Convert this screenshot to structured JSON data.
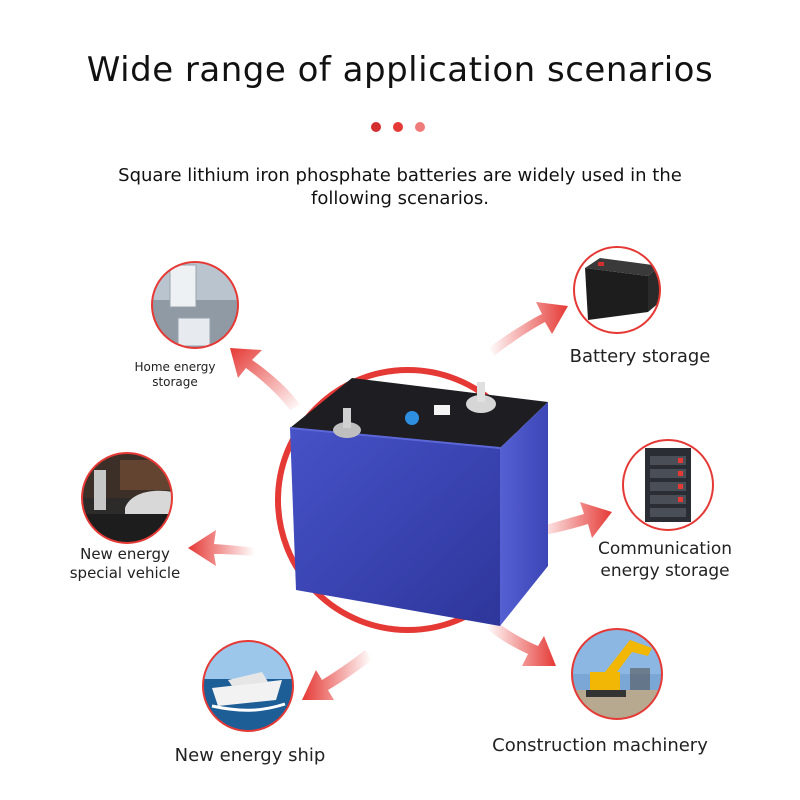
{
  "header": {
    "title": "Wide range of application scenarios",
    "subtitle_line1": "Square lithium iron phosphate batteries are widely used in the",
    "subtitle_line2": "following scenarios."
  },
  "colors": {
    "accent": "#e53935",
    "dot1": "#d32f2f",
    "dot2": "#e53935",
    "dot3": "#ef6f6f",
    "battery_blue": "#3b46b5"
  },
  "scenarios": [
    {
      "label": "Home energy",
      "label2": "storage",
      "icon": "home-energy-storage-image"
    },
    {
      "label": "Battery storage",
      "icon": "battery-storage-image"
    },
    {
      "label": "New energy",
      "label2": "special vehicle",
      "icon": "ev-charging-image"
    },
    {
      "label": "Communication",
      "label2": "energy storage",
      "icon": "communication-cabinet-image"
    },
    {
      "label": "New energy ship",
      "icon": "yacht-image"
    },
    {
      "label": "Construction machinery",
      "icon": "excavator-image"
    }
  ]
}
